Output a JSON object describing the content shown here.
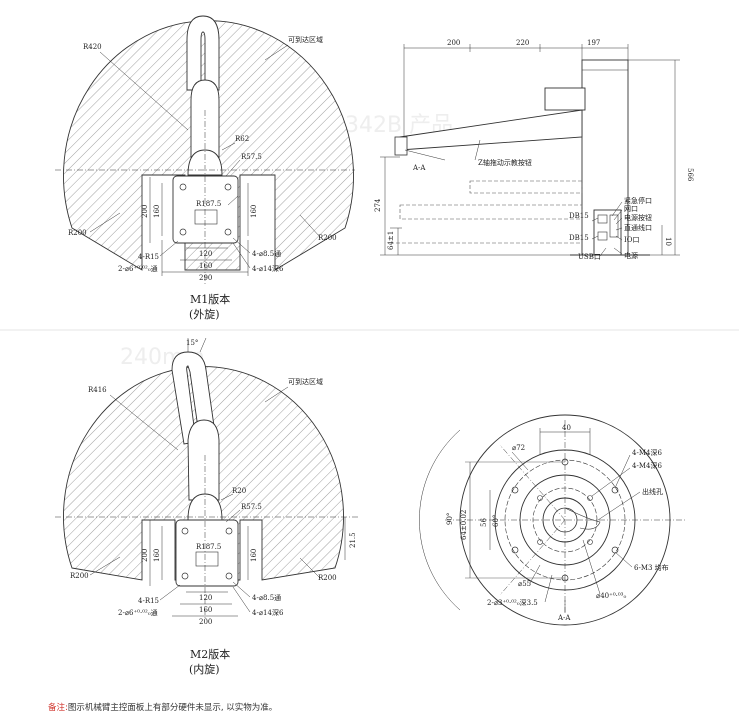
{
  "m1": {
    "r_outer": "R420",
    "reach_label": "可到达区域",
    "r62": "R62",
    "r57": "R57.5",
    "r187": "R187.5",
    "r200_left": "R200",
    "r200_right": "R200",
    "dim_200": "200",
    "dim_160_v": "160",
    "dim_160_vr": "160",
    "dim_120": "120",
    "dim_160_h": "160",
    "dim_290": "290",
    "r15": "4-R15",
    "hole_a": "4-⌀8.5通",
    "hole_b": "4-⌀14深6",
    "pin": "2-⌀6⁺⁰·⁰²₀通",
    "caption1": "M1版本",
    "caption2": "(外旋)"
  },
  "side": {
    "dim_200": "200",
    "dim_220": "220",
    "dim_197": "197",
    "dim_566": "566",
    "dim_274": "274",
    "dim_64": "64±1",
    "dim_10": "10",
    "aa": "A-A",
    "z_btn": "Z轴拖动示教按钮",
    "estop": "紧急停口",
    "net": "网口",
    "power_btn": "电源按钮",
    "comm": "直通线口",
    "io": "IO口",
    "power": "电源",
    "db15_1": "DB15",
    "db15_2": "DB15",
    "usb": "USB口",
    "ghost": "342B 产品"
  },
  "m2": {
    "angle15": "15°",
    "r416": "R416",
    "reach_label": "可到达区域",
    "r20": "R20",
    "r57": "R57.5",
    "r187": "R187.5",
    "r200_left": "R200",
    "r200_right": "R200",
    "dim_200_v": "200",
    "dim_160_v": "160",
    "dim_160_vr": "160",
    "dim_21": "21.5",
    "dim_120": "120",
    "dim_160_h": "160",
    "dim_200_h": "200",
    "r15": "4-R15",
    "hole_a": "4-⌀8.5通",
    "hole_b": "4-⌀14深6",
    "pin": "2-⌀6⁺⁰·⁰²₀通",
    "caption1": "M2版本",
    "caption2": "(内旋)",
    "ghost": "240mm"
  },
  "flange": {
    "dim_40": "40",
    "d72": "⌀72",
    "m4a": "4-M4深6",
    "m4b": "4-M4深6",
    "cable": "出线孔",
    "m3": "6-M3 均布",
    "d55": "⌀55",
    "d40": "⌀40⁺⁰·⁰³₀",
    "pin": "2-⌀3⁺⁰·⁰²₀深3.5",
    "angle90": "90°",
    "dim_64": "64±0.02",
    "dim_56": "56",
    "dim_60": "60°",
    "aa": "A-A"
  },
  "note": {
    "label": "备注:",
    "text": "图示机械臂主控面板上有部分硬件未显示, 以实物为准。"
  }
}
